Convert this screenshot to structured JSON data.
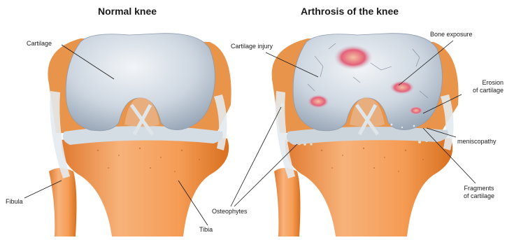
{
  "titles": {
    "normal": "Normal knee",
    "arthrosis": "Arthrosis of the knee"
  },
  "labels": {
    "cartilage": "Cartilage",
    "fibula": "Fibula",
    "tibia": "Tibia",
    "osteophytes": "Osteophytes",
    "cartilage_injury": "Cartilage injury",
    "bone_exposure": "Bone exposure",
    "erosion_line1": "Erosion",
    "erosion_line2": "of cartilage",
    "meniscopathy": "meniscopathy",
    "fragments_line1": "Fragments",
    "fragments_line2": "of cartilage"
  },
  "colors": {
    "background": "#ffffff",
    "bone": "#f0a060",
    "bone_dark": "#d9782e",
    "cartilage": "#c9d3de",
    "cartilage_highlight": "#eef2f6",
    "ligament": "#dfe6ea",
    "lesion": "#e0607a",
    "label": "#1a1a1a"
  }
}
